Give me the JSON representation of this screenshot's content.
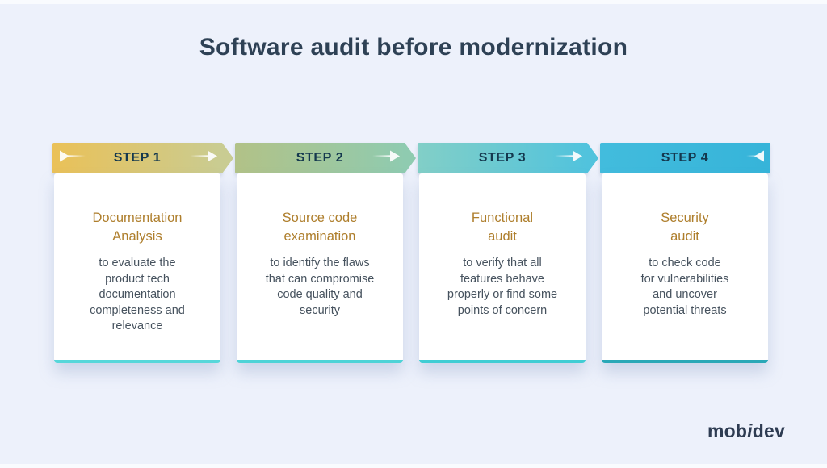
{
  "title": "Software audit before modernization",
  "colors": {
    "background": "#edf1fb",
    "title": "#2e4155",
    "step_label": "#14384e",
    "heading": "#ae7e2c",
    "body_text": "#46525e",
    "logo": "#2e3c52"
  },
  "steps": [
    {
      "label": "STEP 1",
      "heading": "Documentation\nAnalysis",
      "description": "to evaluate the\nproduct tech\ndocumentation\ncompleteness and\nrelevance",
      "icons": {
        "left": "arrow-right-icon",
        "right": "arrow-right-icon"
      },
      "colors": {
        "banner_from": "#eac158",
        "banner_to": "#c9cc92",
        "accent": "#57d7da"
      }
    },
    {
      "label": "STEP 2",
      "heading": "Source code\nexamination",
      "description": "to identify the flaws\nthat can compromise\ncode quality and\nsecurity",
      "icons": {
        "right": "arrow-right-icon"
      },
      "colors": {
        "banner_from": "#b2c287",
        "banner_to": "#8fcbb0",
        "accent": "#4ed3d7"
      }
    },
    {
      "label": "STEP 3",
      "heading": "Functional\naudit",
      "description": "to verify that all\nfeatures behave\nproperly or find some\npoints of concern",
      "icons": {
        "right": "arrow-right-icon"
      },
      "colors": {
        "banner_from": "#82cfc7",
        "banner_to": "#51c3dd",
        "accent": "#40cdd4"
      }
    },
    {
      "label": "STEP 4",
      "heading": "Security\naudit",
      "description": "to check code\nfor vulnerabilities\nand uncover\npotential threats",
      "icons": {
        "right": "arrow-left-icon"
      },
      "colors": {
        "banner_from": "#42bcdd",
        "banner_to": "#36b4d9",
        "accent": "#2aa8b7"
      }
    }
  ],
  "logo": {
    "prefix": "mob",
    "accent_letter": "i",
    "suffix": "dev"
  }
}
